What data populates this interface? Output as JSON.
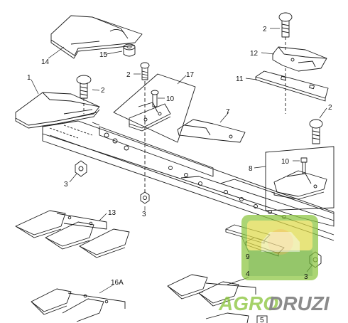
{
  "diagram": {
    "callouts": [
      {
        "id": "c14",
        "text": "14"
      },
      {
        "id": "c15",
        "text": "15"
      },
      {
        "id": "c2a",
        "text": "2"
      },
      {
        "id": "c2b",
        "text": "2"
      },
      {
        "id": "c1",
        "text": "1"
      },
      {
        "id": "c17",
        "text": "17"
      },
      {
        "id": "c10a",
        "text": "10"
      },
      {
        "id": "c7",
        "text": "7"
      },
      {
        "id": "c2c",
        "text": "2"
      },
      {
        "id": "c12",
        "text": "12"
      },
      {
        "id": "c11",
        "text": "11"
      },
      {
        "id": "c2d",
        "text": "2"
      },
      {
        "id": "c8",
        "text": "8"
      },
      {
        "id": "c10b",
        "text": "10"
      },
      {
        "id": "c3a",
        "text": "3"
      },
      {
        "id": "c3b",
        "text": "3"
      },
      {
        "id": "c13",
        "text": "13"
      },
      {
        "id": "c9",
        "text": "9"
      },
      {
        "id": "c3c",
        "text": "3"
      },
      {
        "id": "c4",
        "text": "4"
      },
      {
        "id": "c16a",
        "text": "16A"
      },
      {
        "id": "c5",
        "text": "5"
      }
    ]
  },
  "watermark": {
    "brand_part1": "AGRO",
    "brand_part2": "DRUZI",
    "colors": {
      "green": "#8cc63f",
      "yellow": "#f4e04d",
      "orange": "#f7941d"
    }
  }
}
